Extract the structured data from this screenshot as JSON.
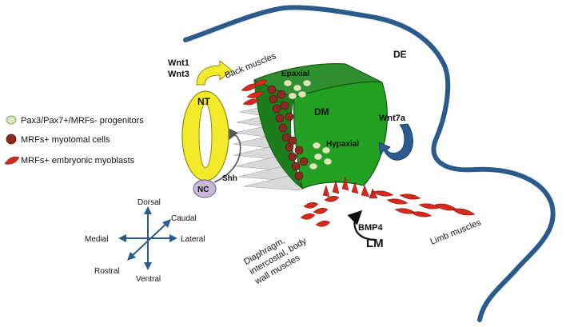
{
  "legend": [
    {
      "label": "Pax3/Pax7+/MRFs- progenitors",
      "marker": "progenitor-cell",
      "color": "#d8e8b8"
    },
    {
      "label": "MRFs+ myotomal cells",
      "marker": "myotomal-cell",
      "color": "#8b2a24"
    },
    {
      "label": "MRFs+ embryonic myoblasts",
      "marker": "myoblast",
      "color": "#d42a1e"
    }
  ],
  "structures": {
    "de": "DE",
    "nt": "NT",
    "nc": "NC",
    "dm": "DM",
    "epaxial": "Epaxial",
    "hypaxial": "Hypaxial",
    "lm": "LM"
  },
  "signals": {
    "wnt1": "Wnt1",
    "wnt3": "Wnt3",
    "wnt7a": "Wnt7a",
    "shh": "Shh",
    "bmp4": "BMP4"
  },
  "muscle_groups": {
    "back": "Back muscles",
    "limb": "Limb muscles",
    "diaphragm_lines": [
      "Diaphragm,",
      "intercostal, body",
      "wall muscles"
    ]
  },
  "axes": {
    "dorsal": "Dorsal",
    "ventral": "Ventral",
    "medial": "Medial",
    "lateral": "Lateral",
    "caudal": "Caudal",
    "rostral": "Rostral"
  },
  "colors": {
    "ectoderm": "#2b5a8c",
    "neural_tube": "#f2ea2a",
    "notochord": "#c7b8dc",
    "dermomyotome": "#1e9a1e",
    "sclerotome": "#d9d9d9",
    "signal_arrow": "#2b5a8c"
  }
}
